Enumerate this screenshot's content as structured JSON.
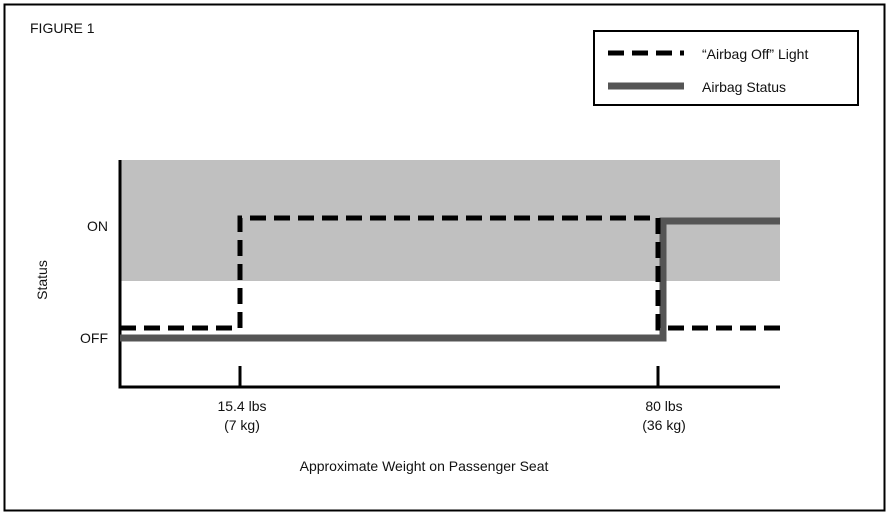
{
  "figure_label": "FIGURE 1",
  "chart_data": {
    "type": "line",
    "xlabel": "Approximate Weight on Passenger Seat",
    "ylabel": "Status",
    "y_ticks": [
      "OFF",
      "ON"
    ],
    "x_ticks": [
      {
        "value": 15.4,
        "label_line1": "15.4 lbs",
        "label_line2": "(7 kg)"
      },
      {
        "value": 80,
        "label_line1": "80 lbs",
        "label_line2": "(36 kg)"
      }
    ],
    "shaded_band": {
      "from_status": "ON",
      "color": "#c0c0c0"
    },
    "series": [
      {
        "name": "“Airbag Off” Light",
        "style": "dashed",
        "color": "#000000",
        "points": [
          {
            "x": 0,
            "y": "OFF"
          },
          {
            "x": 15.4,
            "y": "OFF"
          },
          {
            "x": 15.4,
            "y": "ON"
          },
          {
            "x": 80,
            "y": "ON"
          },
          {
            "x": 80,
            "y": "OFF"
          },
          {
            "x": 98,
            "y": "OFF"
          }
        ]
      },
      {
        "name": "Airbag Status",
        "style": "solid",
        "color": "#555555",
        "points": [
          {
            "x": 0,
            "y": "OFF"
          },
          {
            "x": 80,
            "y": "OFF"
          },
          {
            "x": 80,
            "y": "ON"
          },
          {
            "x": 98,
            "y": "ON"
          }
        ]
      }
    ],
    "legend_position": "top-right"
  }
}
